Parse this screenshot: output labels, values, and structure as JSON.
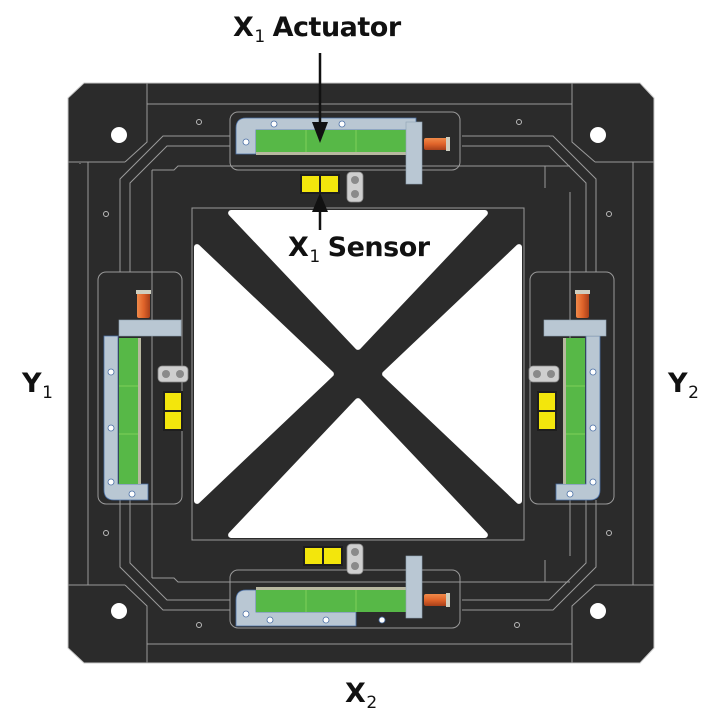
{
  "diagram": {
    "title": "XY stage with four actuators and position sensors",
    "colors": {
      "board": "#2b2b2b",
      "board_edge": "#c8c8c8",
      "trace": "#9a9a9a",
      "window": "#ffffff",
      "piezo_green": "#57b847",
      "piezo_seam": "#7fcf5a",
      "frame_blue_gray": "#b9c7d3",
      "frame_edge": "#4a6fa5",
      "coil_orange": "#e0642a",
      "sensor_yellow": "#f3e60c",
      "clamp_gray": "#cfcfcf",
      "arrow": "#111111"
    },
    "labels": [
      {
        "id": "x1-actuator",
        "base": "X",
        "sub": "1",
        "text": "Actuator"
      },
      {
        "id": "x1-sensor",
        "base": "X",
        "sub": "1",
        "text": "Sensor"
      },
      {
        "id": "y1",
        "base": "Y",
        "sub": "1",
        "text": ""
      },
      {
        "id": "y2",
        "base": "Y",
        "sub": "2",
        "text": ""
      },
      {
        "id": "x2",
        "base": "X",
        "sub": "2",
        "text": ""
      }
    ],
    "components": {
      "actuators": [
        "X1",
        "X2",
        "Y1",
        "Y2"
      ],
      "sensors": [
        "X1",
        "X2",
        "Y1",
        "Y2"
      ],
      "piezo_segments_per_actuator": 3,
      "mounting_holes": 4
    }
  }
}
